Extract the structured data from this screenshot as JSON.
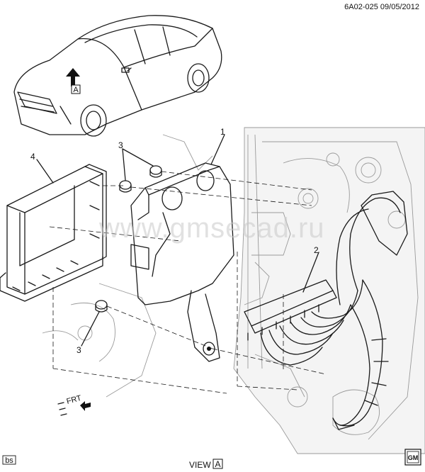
{
  "header": {
    "reference": "6A02-025 09/05/2012"
  },
  "callouts": {
    "c1": "1",
    "c2": "2",
    "c3a": "3",
    "c3b": "3",
    "c4": "4"
  },
  "view_arrow_label": "A",
  "frt_label": "FRT",
  "footer": {
    "badge": "bs",
    "view_prefix": "VIEW",
    "view_letter": "A",
    "logo": "GM"
  },
  "watermark": "www.gmsecad.ru"
}
